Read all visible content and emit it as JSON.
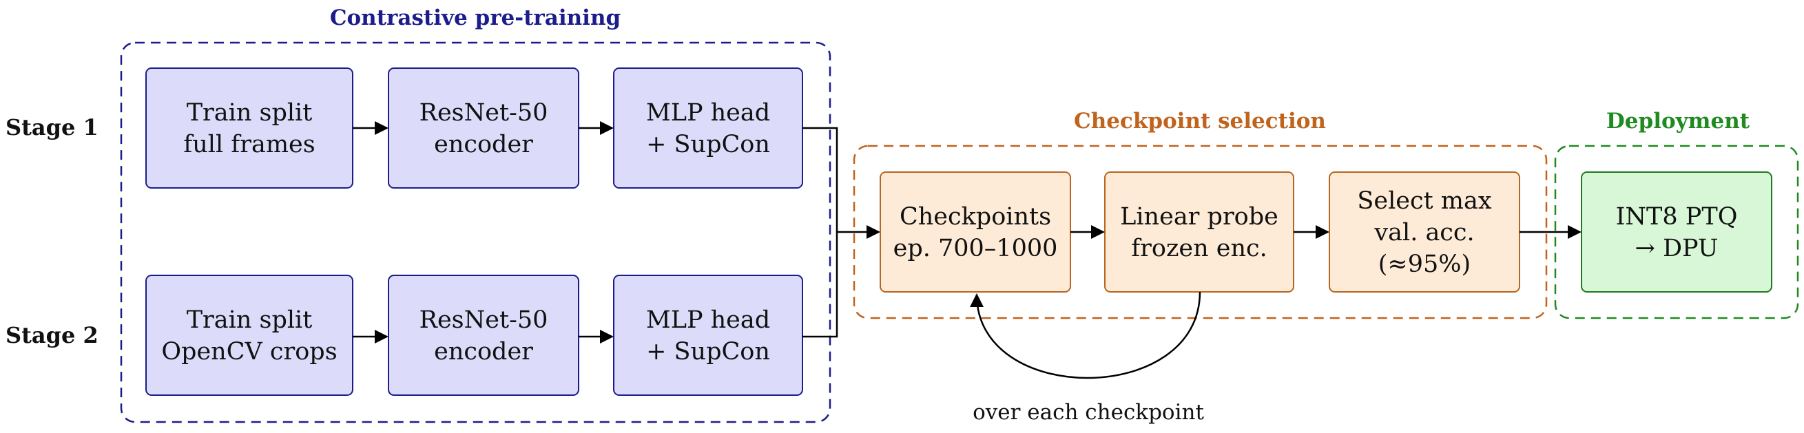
{
  "colors": {
    "pretraining_frame": "#1c1c8c",
    "pretraining_fill": "#dcdcfa",
    "pretraining_border": "#1c1c8c",
    "selection_frame": "#c0631c",
    "selection_fill": "#fdebd7",
    "selection_border": "#b8651f",
    "deployment_frame": "#1f8a1f",
    "deployment_fill": "#d7f7d7",
    "deployment_border": "#1f7a1f",
    "arrow": "#000000"
  },
  "groups": {
    "pretraining": {
      "title": "Contrastive pre-training"
    },
    "selection": {
      "title": "Checkpoint selection"
    },
    "deployment": {
      "title": "Deployment"
    }
  },
  "stages": {
    "stage1": {
      "label": "Stage 1"
    },
    "stage2": {
      "label": "Stage 2"
    }
  },
  "nodes": {
    "s1_data": {
      "lines": [
        "Train split",
        "full frames"
      ]
    },
    "s1_encoder": {
      "lines": [
        "ResNet-50",
        "encoder"
      ]
    },
    "s1_head": {
      "lines": [
        "MLP head",
        "+ SupCon"
      ]
    },
    "s2_data": {
      "lines": [
        "Train split",
        "OpenCV crops"
      ]
    },
    "s2_encoder": {
      "lines": [
        "ResNet-50",
        "encoder"
      ]
    },
    "s2_head": {
      "lines": [
        "MLP head",
        "+ SupCon"
      ]
    },
    "checkpoints": {
      "lines": [
        "Checkpoints",
        "ep. 700–1000"
      ]
    },
    "probe": {
      "lines": [
        "Linear probe",
        "frozen enc."
      ]
    },
    "select": {
      "lines": [
        "Select max",
        "val. acc.",
        "(≈95%)"
      ]
    },
    "deploy": {
      "lines": [
        "INT8 PTQ",
        "→ DPU"
      ]
    }
  },
  "loop": {
    "caption": "over each checkpoint"
  }
}
